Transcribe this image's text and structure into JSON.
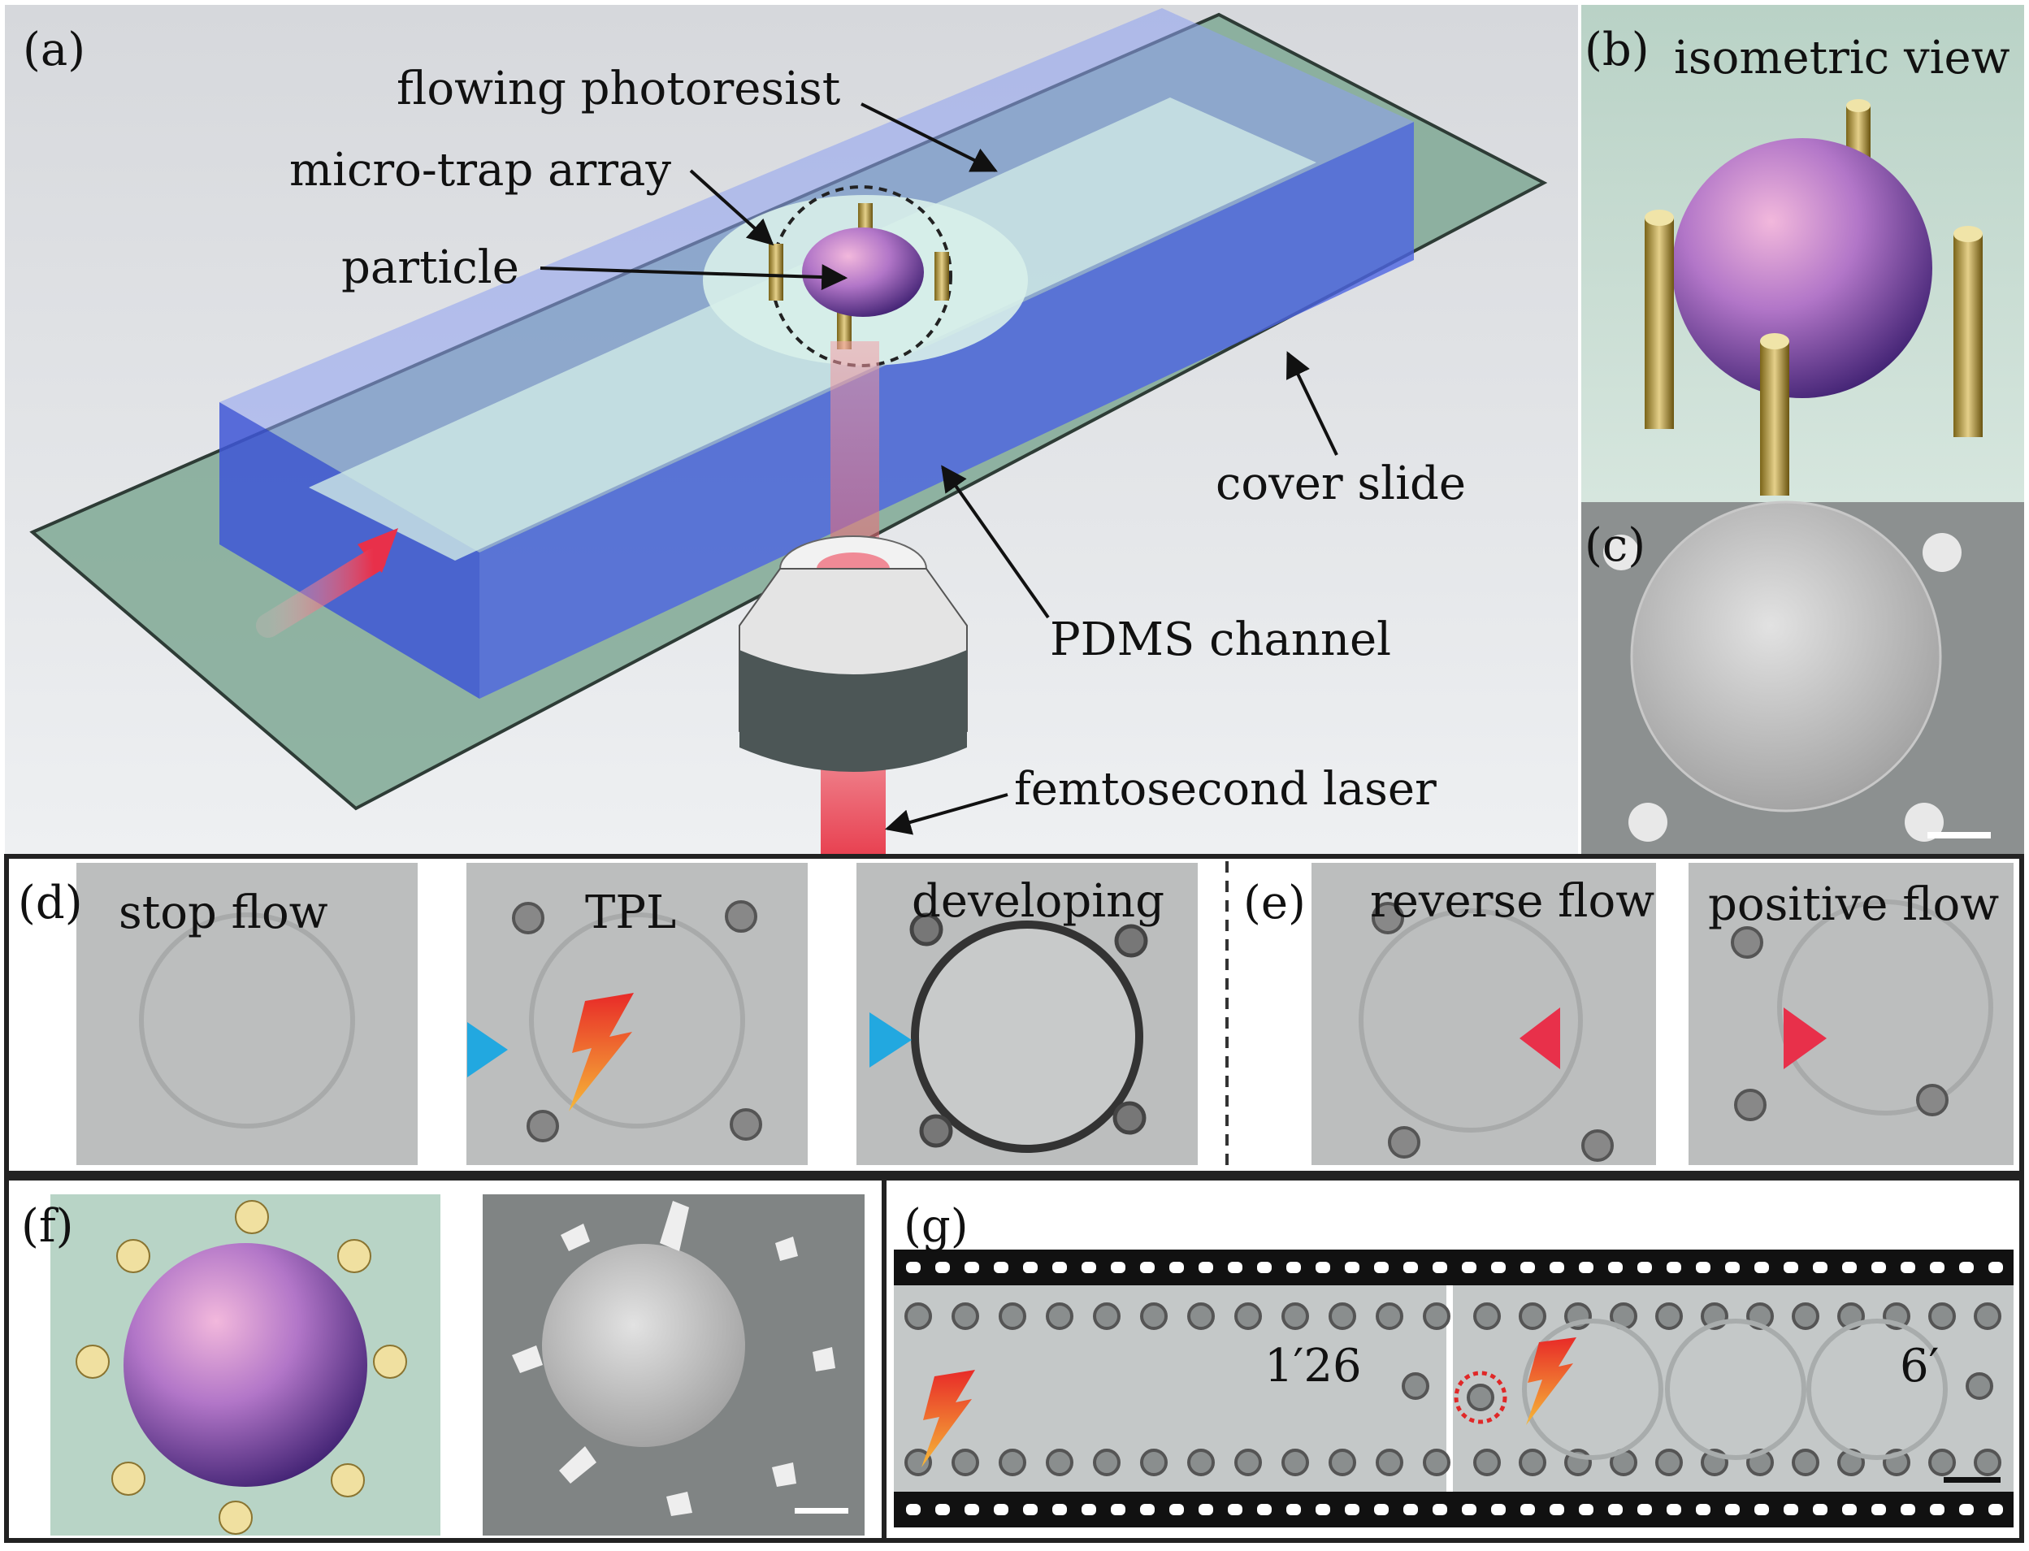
{
  "panel_a": {
    "tag": "(a)",
    "labels": {
      "flowing_photoresist": "flowing photoresist",
      "micro_trap_array": "micro-trap array",
      "particle": "particle",
      "cover_slide": "cover slide",
      "pdms_channel": "PDMS channel",
      "femtosecond_laser": "femtosecond laser"
    }
  },
  "panel_b": {
    "tag": "(b)",
    "title": "isometric view"
  },
  "panel_c": {
    "tag": "(c)"
  },
  "panel_d": {
    "tag": "(d)",
    "steps": [
      "stop flow",
      "TPL",
      "developing"
    ]
  },
  "panel_e": {
    "tag": "(e)",
    "steps": [
      "reverse flow",
      "positive flow"
    ]
  },
  "panel_f": {
    "tag": "(f)"
  },
  "panel_g": {
    "tag": "(g)",
    "time_left": "1′26",
    "time_right": "6′"
  },
  "colors": {
    "channel_blue": "#5a6fe0",
    "slide_green": "#7fa894",
    "particle_pink": "#e6a6d8",
    "particle_purple": "#5a2c8c",
    "arrow_red": "#e8304a",
    "arrow_cyan": "#2ab6e6",
    "bolt_orange": "#f08a1e"
  }
}
